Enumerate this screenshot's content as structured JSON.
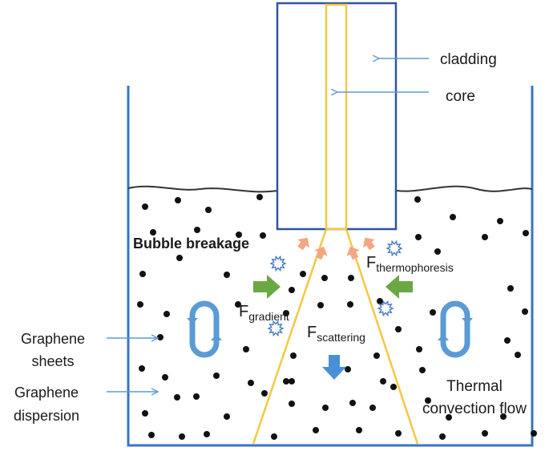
{
  "labels": {
    "cladding": "cladding",
    "core": "core",
    "bubble_breakage": "Bubble breakage",
    "f_thermo_main": "F",
    "f_thermo_sub": "thermophoresis",
    "f_gradient_main": "F",
    "f_gradient_sub": "gradient",
    "f_scattering_main": "F",
    "f_scattering_sub": "scattering",
    "graphene_sheets_1": "Graphene",
    "graphene_sheets_2": "sheets",
    "graphene_dispersion_1": "Graphene",
    "graphene_dispersion_2": "dispersion",
    "thermal_1": "Thermal",
    "thermal_2": "convection flow"
  },
  "colors": {
    "container": "#3a74c2",
    "fiber_outline": "#2f5597",
    "core": "#f5c842",
    "beam": "#f5c842",
    "pointer": "#5b9bd5",
    "green_arrow": "#6aa843",
    "orange_arrow": "#f4a582",
    "blue_arrow": "#4a90d9",
    "loop": "#5b9bd5",
    "bubble": "#3a74c2",
    "particle": "#111111",
    "surface": "#333333"
  },
  "icons": {
    "loop": "circulation-loop-icon",
    "bubble": "bubble-burst-icon"
  }
}
